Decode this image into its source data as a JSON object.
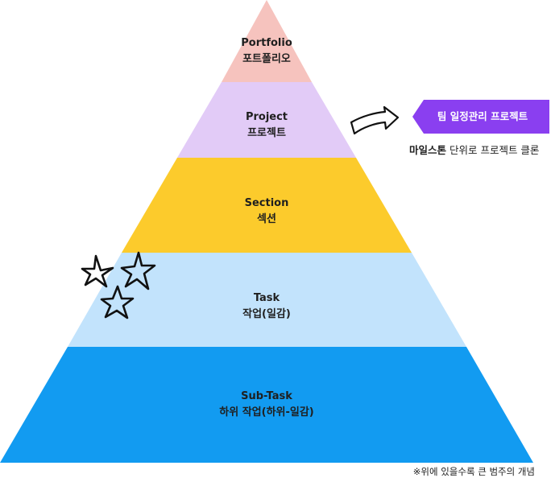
{
  "pyramid": {
    "levels": [
      {
        "title": "Portfolio",
        "subtitle": "포트폴리오",
        "color": "#F6C3BE"
      },
      {
        "title": "Project",
        "subtitle": "프로젝트",
        "color": "#E2CBF7"
      },
      {
        "title": "Section",
        "subtitle": "섹션",
        "color": "#FCCB2C"
      },
      {
        "title": "Task",
        "subtitle": "작업(일감)",
        "color": "#C2E3FC"
      },
      {
        "title": "Sub-Task",
        "subtitle": "하위 작업(하위-일감)",
        "color": "#129BF1"
      }
    ]
  },
  "callout": {
    "badge_label": "팀 일정관리 프로젝트",
    "badge_color": "#8A3FF0",
    "caption_bold": "마일스톤",
    "caption_rest": " 단위로 프로젝트 클론"
  },
  "footnote": "※위에 있을수록 큰 범주의 개념",
  "decorations": {
    "stars_count": 3,
    "arrow": "right-arrow-icon"
  }
}
